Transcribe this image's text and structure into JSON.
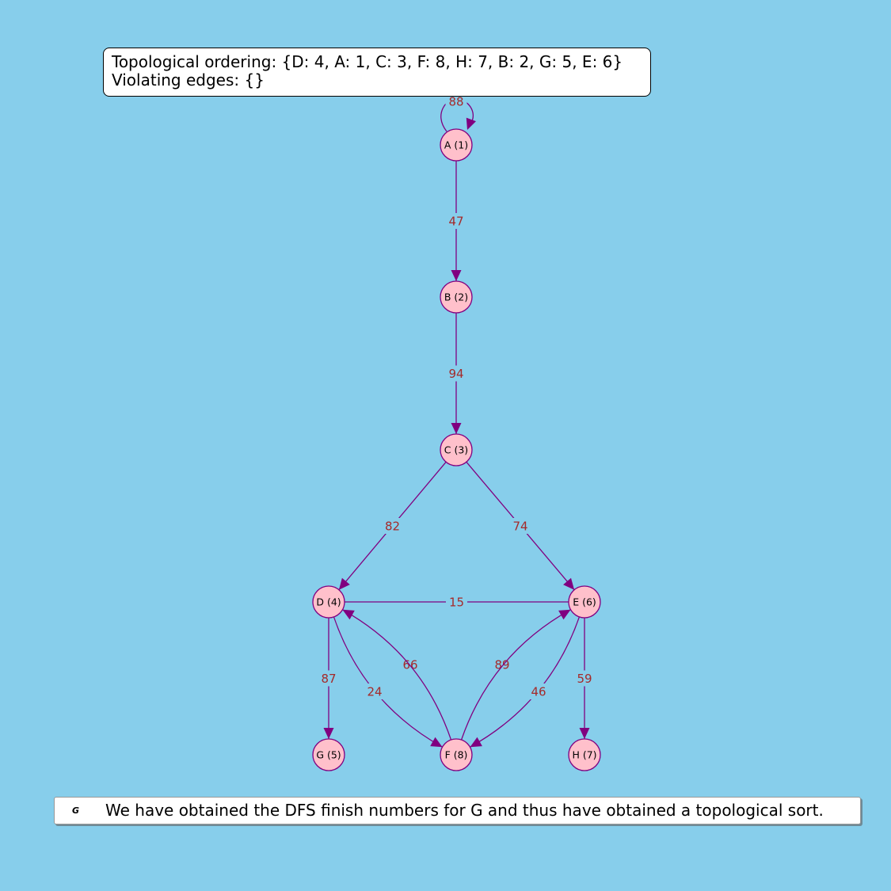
{
  "info_box": {
    "ordering": "Topological ordering: {D: 4, A: 1, C: 3, F: 8, H: 7, B: 2, G: 5, E: 6}",
    "violating": "Violating edges: {}"
  },
  "caption": {
    "icon": "G",
    "text": "We have obtained the DFS finish numbers for G and thus have obtained a topological sort."
  },
  "colors": {
    "background": "#87ceeb",
    "node_fill": "#ffc0cb",
    "node_stroke": "#800080",
    "edge": "#800080",
    "edge_label": "#a52a2a"
  },
  "graph": {
    "nodes": [
      {
        "id": "A",
        "label": "A (1)"
      },
      {
        "id": "B",
        "label": "B (2)"
      },
      {
        "id": "C",
        "label": "C (3)"
      },
      {
        "id": "D",
        "label": "D (4)"
      },
      {
        "id": "E",
        "label": "E (6)"
      },
      {
        "id": "F",
        "label": "F (8)"
      },
      {
        "id": "G",
        "label": "G (5)"
      },
      {
        "id": "H",
        "label": "H (7)"
      }
    ],
    "edges": [
      {
        "from": "A",
        "to": "A",
        "weight": "88"
      },
      {
        "from": "A",
        "to": "B",
        "weight": "47"
      },
      {
        "from": "B",
        "to": "C",
        "weight": "94"
      },
      {
        "from": "C",
        "to": "D",
        "weight": "82"
      },
      {
        "from": "C",
        "to": "E",
        "weight": "74"
      },
      {
        "from": "D",
        "to": "E",
        "weight": "15"
      },
      {
        "from": "D",
        "to": "G",
        "weight": "87"
      },
      {
        "from": "E",
        "to": "H",
        "weight": "59"
      },
      {
        "from": "D",
        "to": "F",
        "weight": "66"
      },
      {
        "from": "F",
        "to": "D",
        "weight": "24"
      },
      {
        "from": "E",
        "to": "F",
        "weight": "89"
      },
      {
        "from": "F",
        "to": "E",
        "weight": "46"
      }
    ]
  }
}
